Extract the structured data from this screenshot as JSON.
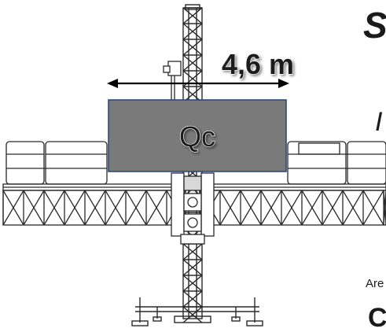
{
  "dimension": {
    "label": "4,6 m"
  },
  "load_box": {
    "label": "Qc",
    "fill": "#7a7a7a",
    "border": "#2c4a7a"
  },
  "side_text": {
    "top": "S",
    "middle": "I",
    "lower": "Are",
    "bottom": "C"
  },
  "colors": {
    "structure": "#2a2a2a",
    "label_outline": "#ffffff"
  }
}
